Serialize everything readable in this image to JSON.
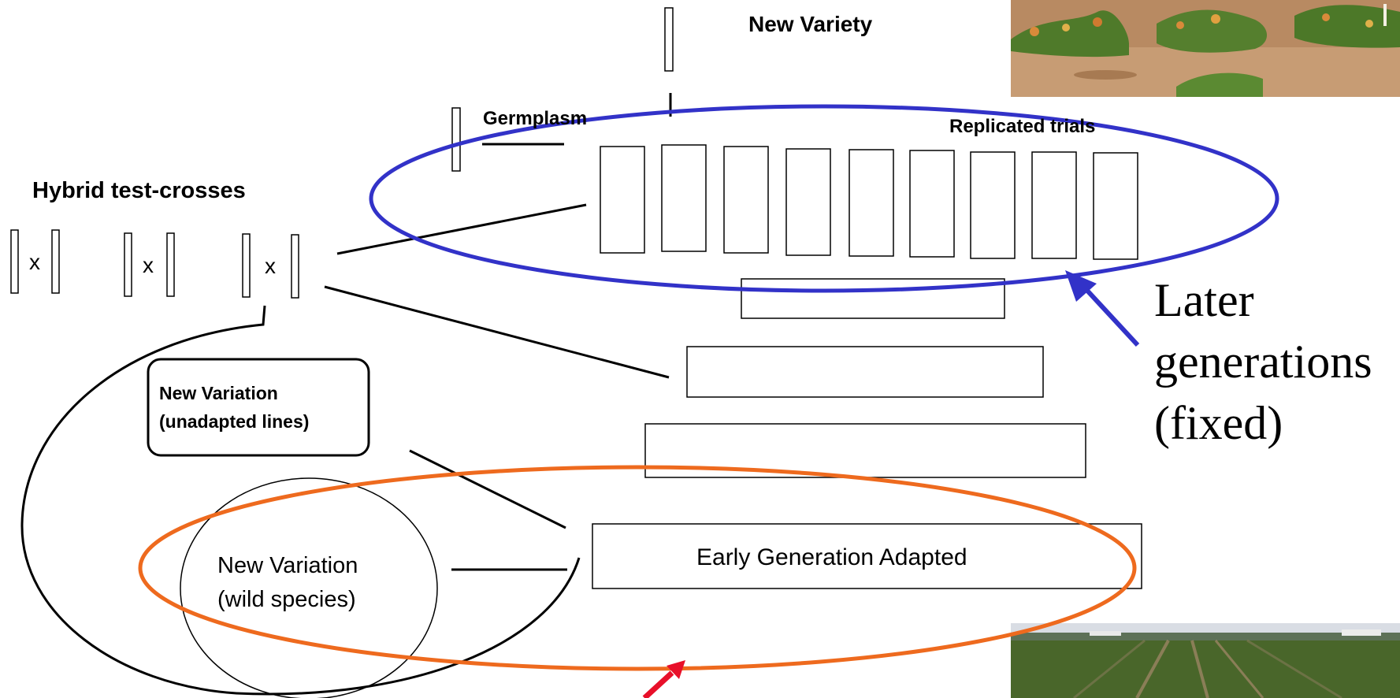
{
  "labels": {
    "new_variety": "New Variety",
    "germplasm": "Germplasm",
    "replicated_trials": "Replicated trials",
    "hybrid_test_crosses": "Hybrid test-crosses",
    "cross_symbol": "x",
    "new_variation_unadapted_line1": "New Variation",
    "new_variation_unadapted_line2": "(unadapted lines)",
    "new_variation_wild_line1": "New Variation",
    "new_variation_wild_line2": "(wild species)",
    "early_generation_adapted": "Early Generation Adapted",
    "later_generations_line1": "Later",
    "later_generations_line2": "generations",
    "later_generations_line3": "(fixed)"
  },
  "colors": {
    "blue_highlight": "#3232c8",
    "orange_highlight": "#ee6a1e",
    "red_arrow": "#e8102a",
    "line": "#000000"
  },
  "photos": {
    "top_right": "tomato-plants-field-photo",
    "bottom_right": "tomato-field-rows-photo"
  }
}
